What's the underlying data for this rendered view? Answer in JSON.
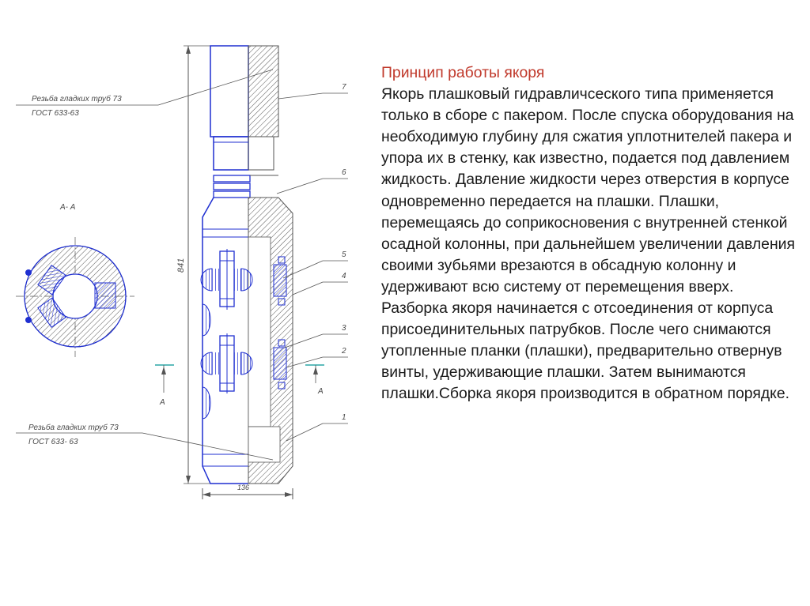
{
  "title": "Принцип работы якоря",
  "paragraphs": [
    "Якорь плашковый гидравличсеского типа применяется только в сборе с пакером. После спуска оборудования на необходимую глубину для сжатия уплотнителей пакера и упора их в стенку, как известно, подается под давлением жидкость. Давление жидкости через отверстия в корпусе одновременно передается на плашки. Плашки, перемещаясь до соприкосновения с внутренней стенкой осадной колонны, при дальнейшем увеличении давления своими зубьями врезаются в обсадную колонну и удерживают всю систему от перемещения вверх.",
    "Разборка якоря начинается с отсоединения от корпуса присоединительных патрубков. После чего снимаются утопленные планки (плашки), предварительно отвернув винты, удерживающие плашки. Затем вынимаются плашки.Сборка якоря производится в обратном порядке."
  ],
  "drawing": {
    "thread_top_line1": "Резьба гладких труб 73",
    "thread_top_line2": "ГОСТ 633-63",
    "thread_bottom_line1": "Резьба гладких труб 73",
    "thread_bottom_line2": "ГОСТ 633- 63",
    "section_label": "А- А",
    "section_mark_left": "А",
    "section_mark_right": "А",
    "dimension_length": "841",
    "dimension_diameter": "136",
    "part_numbers": [
      "7",
      "6",
      "5",
      "4",
      "3",
      "2",
      "1"
    ]
  },
  "colors": {
    "title": "#c0392b",
    "part_outline": "#1f2fd1",
    "section_marker": "#2aa6a6",
    "annotation": "#555555"
  }
}
